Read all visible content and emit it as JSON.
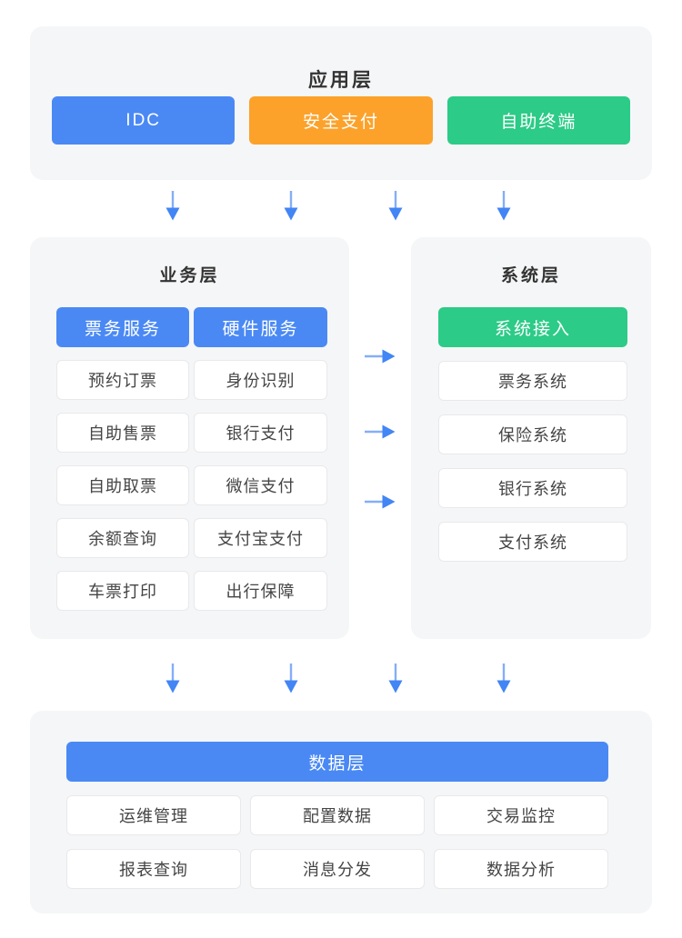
{
  "palette": {
    "blue": "#4A89F4",
    "orange": "#FCA22B",
    "green": "#2CCB87",
    "panel_bg": "#F5F6F7",
    "cell_border": "#E9E9EB",
    "title_text": "#333333",
    "cell_text": "#454545",
    "arrow_blue": "#4285F4",
    "arrow_stem": "#85AEF7"
  },
  "application_layer": {
    "title": "应用层",
    "buttons": [
      {
        "label": "IDC",
        "color": "blue"
      },
      {
        "label": "安全支付",
        "color": "orange"
      },
      {
        "label": "自助终端",
        "color": "green"
      }
    ]
  },
  "business_layer": {
    "title": "业务层",
    "col1_header": "票务服务",
    "col2_header": "硬件服务",
    "col1_items": [
      "预约订票",
      "自助售票",
      "自助取票",
      "余额查询",
      "车票打印"
    ],
    "col2_items": [
      "身份识别",
      "银行支付",
      "微信支付",
      "支付宝支付",
      "出行保障"
    ]
  },
  "system_layer": {
    "title": "系统层",
    "header": "系统接入",
    "items": [
      "票务系统",
      "保险系统",
      "银行系统",
      "支付系统"
    ]
  },
  "data_layer": {
    "title": "数据层",
    "items": [
      "运维管理",
      "配置数据",
      "交易监控",
      "报表查询",
      "消息分发",
      "数据分析"
    ]
  }
}
